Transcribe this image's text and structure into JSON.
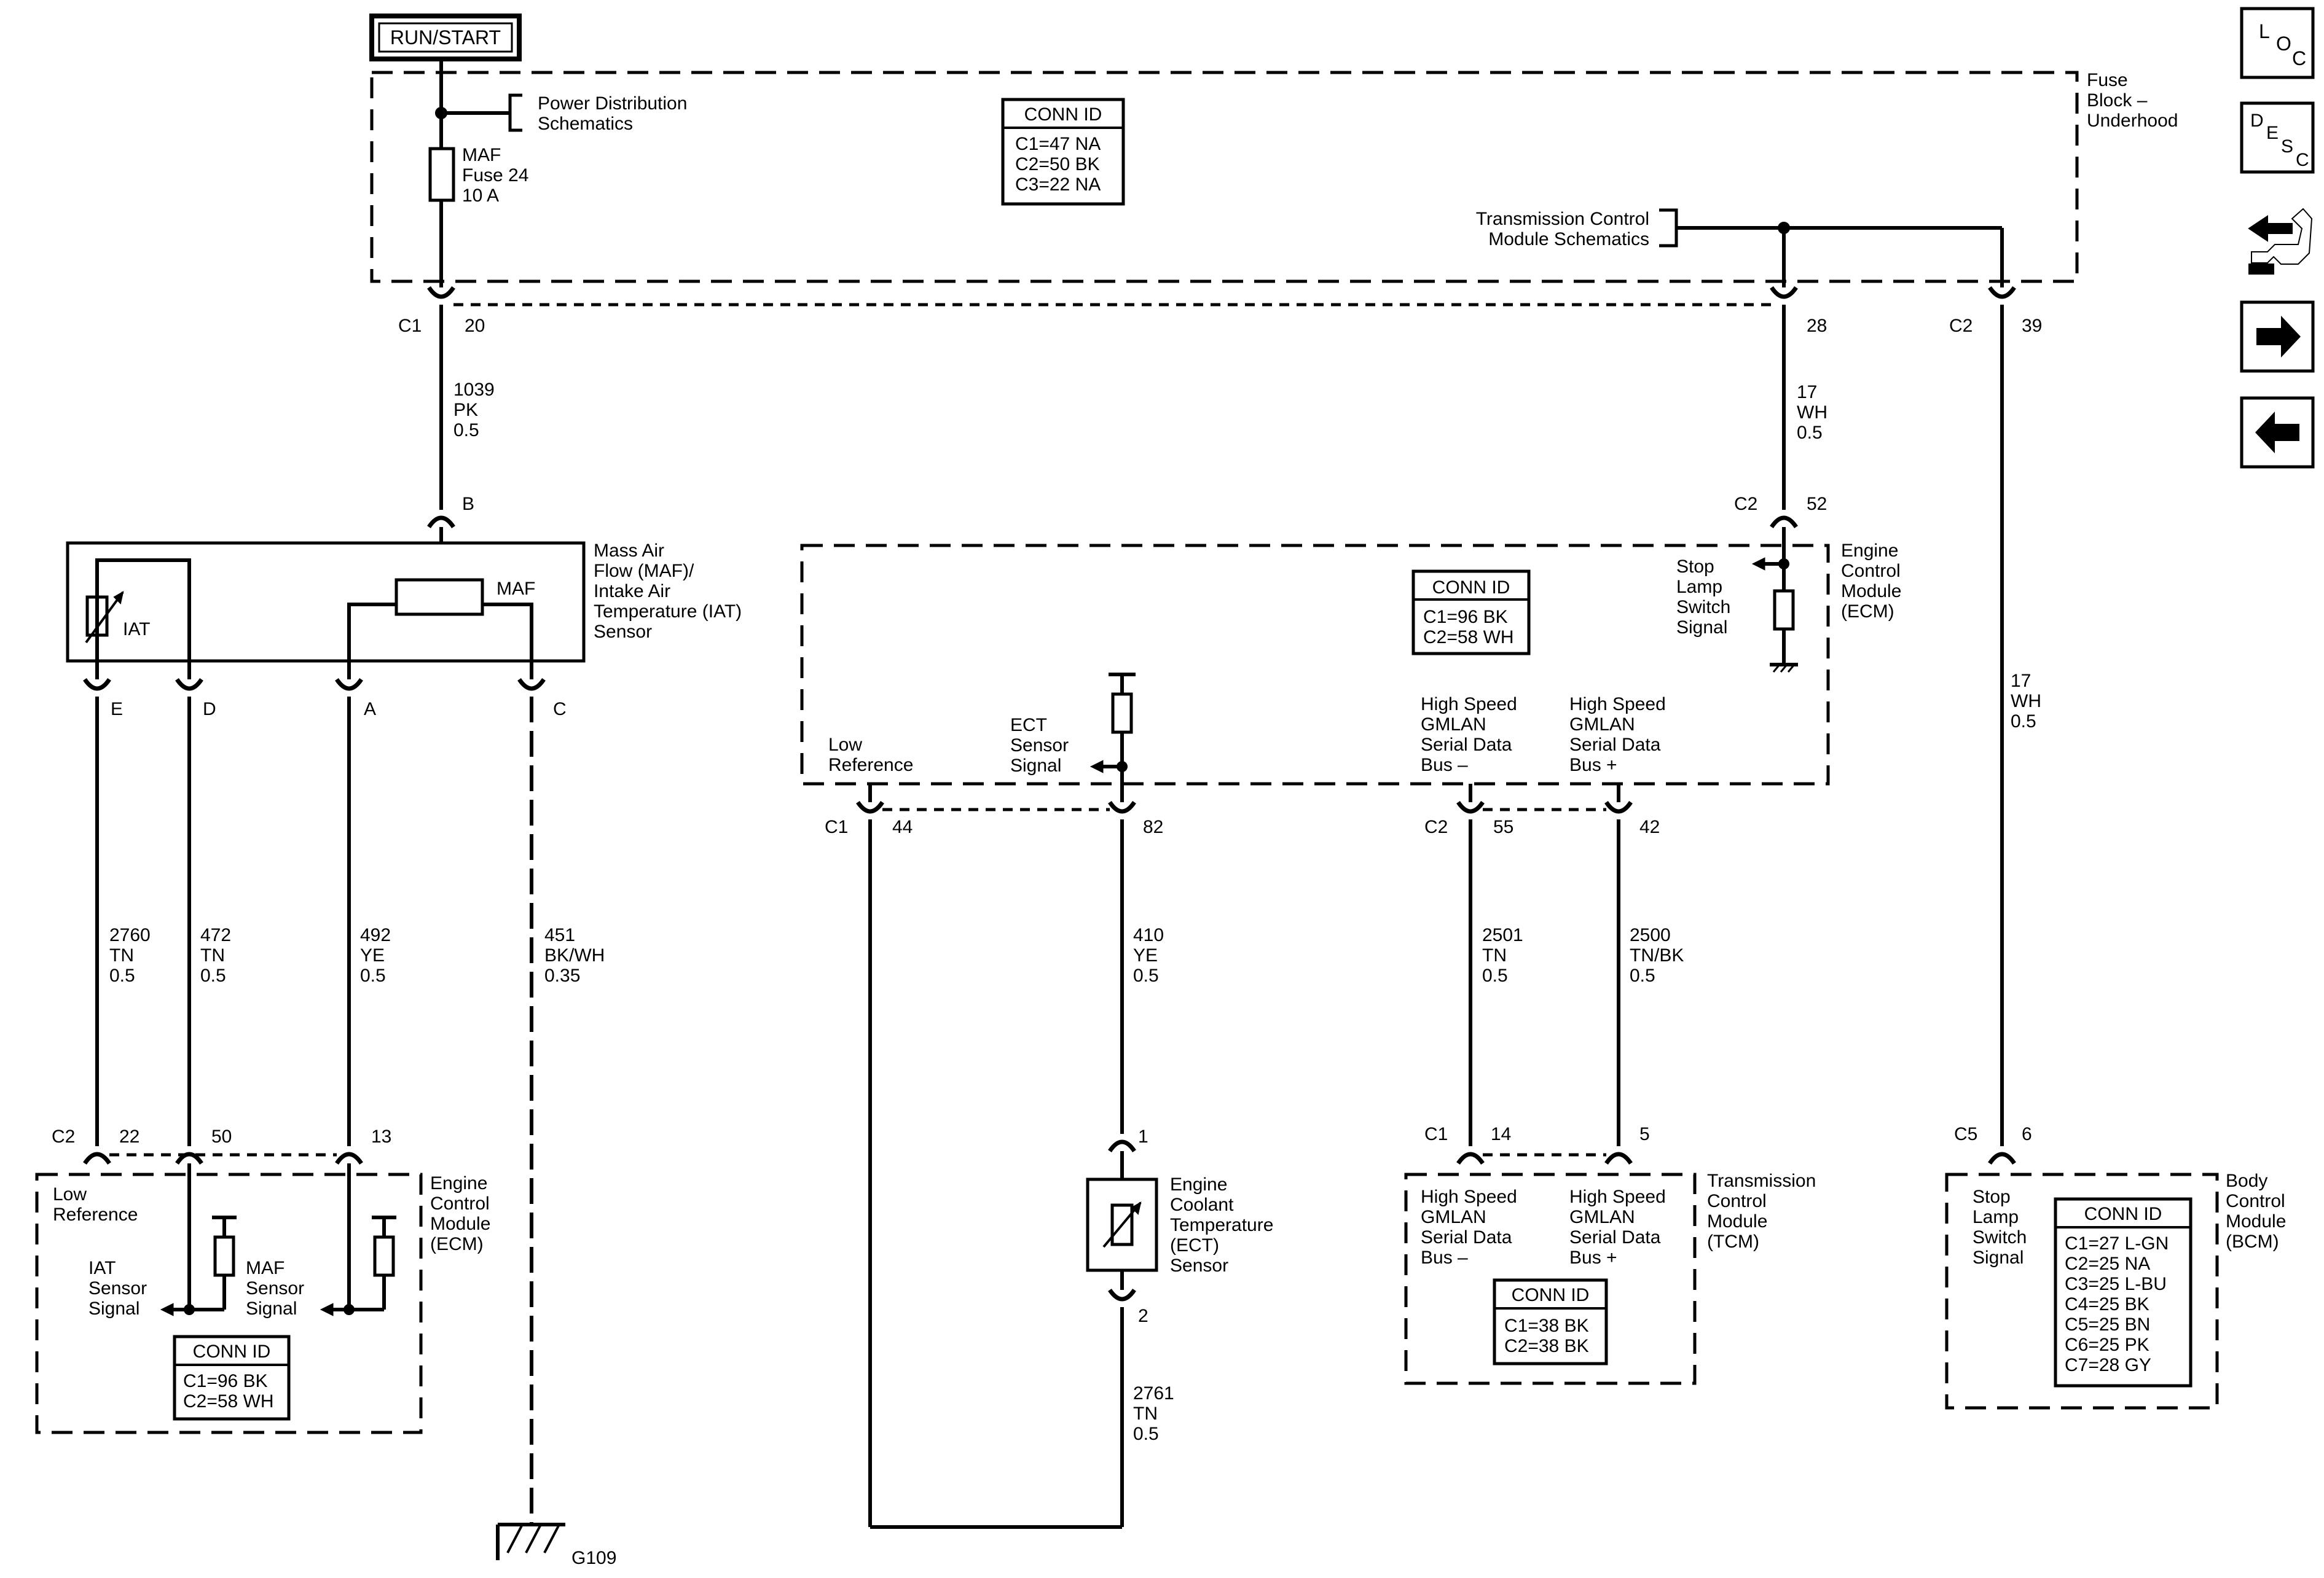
{
  "power_label": "RUN/START",
  "fuse_block": {
    "name_lines": [
      "Fuse",
      "Block –",
      "Underhood"
    ],
    "power_distribution_lines": [
      "Power Distribution",
      "Schematics"
    ],
    "fuse_lines": [
      "MAF",
      "Fuse 24",
      "10 A"
    ],
    "conn_id": {
      "title": "CONN ID",
      "rows": [
        "C1=47 NA",
        "C2=50 BK",
        "C3=22 NA"
      ]
    },
    "tcm_schematics_lines": [
      "Transmission Control",
      "Module Schematics"
    ]
  },
  "connectors": {
    "fb_c1": "C1",
    "fb_c1_pin": "20",
    "fb_c2_pin28": "28",
    "fb_c2": "C2",
    "fb_c2_pin39": "39",
    "maf_b": "B",
    "ecm_top_c2": "C2",
    "ecm_top_pin": "52",
    "maf_pins": [
      "E",
      "D",
      "A",
      "C"
    ],
    "ecm_c1": "C1",
    "ecm_c1_pin44": "44",
    "ecm_c1_pin82": "82",
    "ecm_c2": "C2",
    "ecm_c2_pin55": "55",
    "ecm_c2_pin42": "42",
    "ecm_left_c2": "C2",
    "ecm_left_pins": [
      "22",
      "50",
      "13"
    ],
    "ect_pin1": "1",
    "ect_pin2": "2",
    "tcm_c1": "C1",
    "tcm_pin14": "14",
    "tcm_pin5": "5",
    "bcm_c5": "C5",
    "bcm_pin6": "6"
  },
  "wires": {
    "w1039": [
      "1039",
      "PK",
      "0.5"
    ],
    "w17a": [
      "17",
      "WH",
      "0.5"
    ],
    "w17b": [
      "17",
      "WH",
      "0.5"
    ],
    "w2760": [
      "2760",
      "TN",
      "0.5"
    ],
    "w472": [
      "472",
      "TN",
      "0.5"
    ],
    "w492": [
      "492",
      "YE",
      "0.5"
    ],
    "w451": [
      "451",
      "BK/WH",
      "0.35"
    ],
    "w410": [
      "410",
      "YE",
      "0.5"
    ],
    "w2501": [
      "2501",
      "TN",
      "0.5"
    ],
    "w2500": [
      "2500",
      "TN/BK",
      "0.5"
    ],
    "w2761": [
      "2761",
      "TN",
      "0.5"
    ]
  },
  "maf_sensor": {
    "name_lines": [
      "Mass Air",
      "Flow (MAF)/",
      "Intake Air",
      "Temperature (IAT)",
      "Sensor"
    ],
    "iat": "IAT",
    "maf": "MAF"
  },
  "ecm_top": {
    "name_lines": [
      "Engine",
      "Control",
      "Module",
      "(ECM)"
    ],
    "conn_id": {
      "title": "CONN ID",
      "rows": [
        "C1=96 BK",
        "C2=58 WH"
      ]
    },
    "stop_lamp_lines": [
      "Stop",
      "Lamp",
      "Switch",
      "Signal"
    ],
    "low_ref_lines": [
      "Low",
      "Reference"
    ],
    "ect_signal_lines": [
      "ECT",
      "Sensor",
      "Signal"
    ],
    "hs_minus_lines": [
      "High Speed",
      "GMLAN",
      "Serial Data",
      "Bus –"
    ],
    "hs_plus_lines": [
      "High Speed",
      "GMLAN",
      "Serial Data",
      "Bus +"
    ]
  },
  "ecm_left": {
    "name_lines": [
      "Engine",
      "Control",
      "Module",
      "(ECM)"
    ],
    "low_ref_lines": [
      "Low",
      "Reference"
    ],
    "iat_signal_lines": [
      "IAT",
      "Sensor",
      "Signal"
    ],
    "maf_signal_lines": [
      "MAF",
      "Sensor",
      "Signal"
    ],
    "conn_id": {
      "title": "CONN ID",
      "rows": [
        "C1=96 BK",
        "C2=58 WH"
      ]
    }
  },
  "ect_sensor": {
    "name_lines": [
      "Engine",
      "Coolant",
      "Temperature",
      "(ECT)",
      "Sensor"
    ]
  },
  "tcm": {
    "name_lines": [
      "Transmission",
      "Control",
      "Module",
      "(TCM)"
    ],
    "hs_minus_lines": [
      "High Speed",
      "GMLAN",
      "Serial Data",
      "Bus –"
    ],
    "hs_plus_lines": [
      "High Speed",
      "GMLAN",
      "Serial Data",
      "Bus +"
    ],
    "conn_id": {
      "title": "CONN ID",
      "rows": [
        "C1=38 BK",
        "C2=38 BK"
      ]
    }
  },
  "bcm": {
    "name_lines": [
      "Body",
      "Control",
      "Module",
      "(BCM)"
    ],
    "stop_lamp_lines": [
      "Stop",
      "Lamp",
      "Switch",
      "Signal"
    ],
    "conn_id": {
      "title": "CONN ID",
      "rows": [
        "C1=27 L-GN",
        "C2=25 NA",
        "C3=25 L-BU",
        "C4=25 BK",
        "C5=25 BN",
        "C6=25 PK",
        "C7=28 GY"
      ]
    }
  },
  "ground": "G109",
  "nav": {
    "loc": [
      "L",
      "O",
      "C"
    ],
    "desc": [
      "D",
      "E",
      "S",
      "C"
    ],
    "icons": [
      "component-view-icon",
      "next-arrow-icon",
      "previous-arrow-icon"
    ]
  }
}
